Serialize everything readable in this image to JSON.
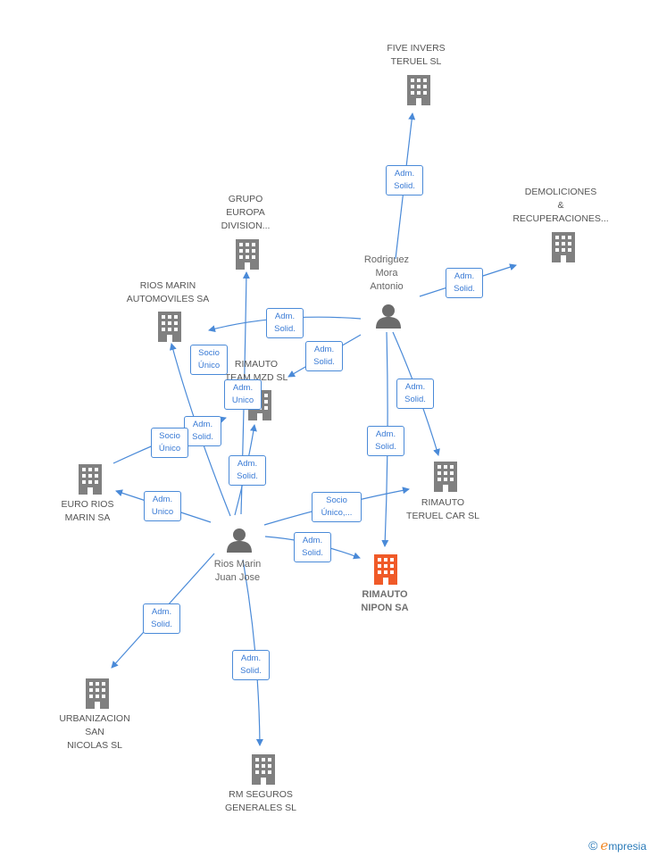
{
  "colors": {
    "edge": "#4a8ad8",
    "building": "#808080",
    "focus": "#f05a28",
    "person": "#6b6b6b"
  },
  "companies": {
    "five_invers": [
      "FIVE INVERS",
      "TERUEL SL"
    ],
    "demoliciones": [
      "DEMOLICIONES",
      "&",
      "RECUPERACIONES..."
    ],
    "grupo_europa": [
      "GRUPO",
      "EUROPA",
      "DIVISION..."
    ],
    "rios_marin_auto": [
      "RIOS MARIN",
      "AUTOMOVILES SA"
    ],
    "rimauto_team": [
      "RIMAUTO",
      "TEAM MZD SL"
    ],
    "rimauto_teruel": [
      "RIMAUTO",
      "TERUEL CAR  SL"
    ],
    "euro_rios": [
      "EURO RIOS",
      "MARIN SA"
    ],
    "rimauto_nipon": [
      "RIMAUTO",
      "NIPON SA"
    ],
    "urbanizacion": [
      "URBANIZACION",
      "SAN",
      "NICOLAS SL"
    ],
    "rm_seguros": [
      "RM SEGUROS",
      "GENERALES SL"
    ]
  },
  "persons": {
    "rodriguez": [
      "Rodriguez",
      "Mora",
      "Antonio"
    ],
    "rios_marin": [
      "Rios Marin",
      "Juan Jose"
    ]
  },
  "edges": {
    "rod_five": [
      "Adm.",
      "Solid."
    ],
    "rod_demol": [
      "Adm.",
      "Solid."
    ],
    "rod_ramauto": [
      "Adm.",
      "Solid."
    ],
    "rod_team": [
      "Adm.",
      "Solid."
    ],
    "rod_teruel": [
      "Adm.",
      "Solid."
    ],
    "rod_nipon": [
      "Adm.",
      "Solid."
    ],
    "jj_grupo": [
      "Socio",
      "Único"
    ],
    "jj_team_unico": [
      "Adm.",
      "Unico"
    ],
    "jj_team_solid": [
      "Adm.",
      "Solid."
    ],
    "jj_ramauto_socio": [
      "Socio",
      "Único"
    ],
    "jj_team_solid2": [
      "Adm.",
      "Solid."
    ],
    "jj_euro": [
      "Adm.",
      "Unico"
    ],
    "jj_teruel": [
      "Socio",
      "Único,..."
    ],
    "jj_nipon": [
      "Adm.",
      "Solid."
    ],
    "jj_urban": [
      "Adm.",
      "Solid."
    ],
    "jj_rmseg": [
      "Adm.",
      "Solid."
    ]
  },
  "brand": {
    "copyright": "©",
    "initial": "e",
    "name": "mpresia"
  }
}
